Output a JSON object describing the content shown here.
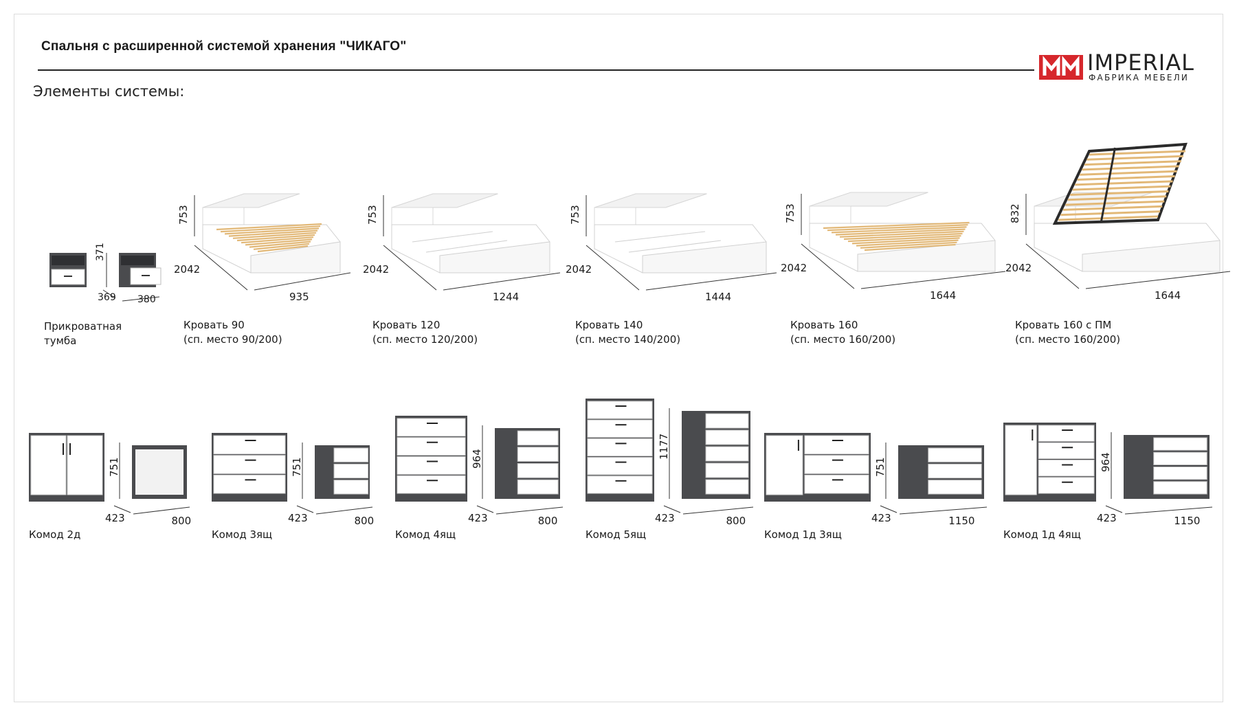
{
  "header": {
    "title": "Спальня с расширенной системой хранения \"ЧИКАГО\"",
    "subtitle": "Элементы системы:"
  },
  "logo": {
    "name": "IMPERIAL",
    "tagline": "ФАБРИКА МЕБЕЛИ",
    "brand_color": "#d6272c"
  },
  "beds": [
    {
      "line1": "Прикроватная",
      "line2": "тумба",
      "height": "371",
      "depth": "369",
      "width": "380"
    },
    {
      "line1": "Кровать 90",
      "line2": "(сп. место 90/200)",
      "height": "753",
      "depth": "2042",
      "width": "935"
    },
    {
      "line1": "Кровать 120",
      "line2": "(сп. место 120/200)",
      "height": "753",
      "depth": "2042",
      "width": "1244"
    },
    {
      "line1": "Кровать 140",
      "line2": "(сп. место 140/200)",
      "height": "753",
      "depth": "2042",
      "width": "1444"
    },
    {
      "line1": "Кровать 160",
      "line2": "(сп. место 160/200)",
      "height": "753",
      "depth": "2042",
      "width": "1644"
    },
    {
      "line1": "Кровать 160 с ПМ",
      "line2": "(сп. место 160/200)",
      "height": "832",
      "depth": "2042",
      "width": "1644"
    }
  ],
  "dressers": [
    {
      "label": "Комод 2д",
      "height": "751",
      "depth": "423",
      "width": "800"
    },
    {
      "label": "Комод 3ящ",
      "height": "751",
      "depth": "423",
      "width": "800"
    },
    {
      "label": "Комод 4ящ",
      "height": "964",
      "depth": "423",
      "width": "800"
    },
    {
      "label": "Комод 5ящ",
      "height": "1177",
      "depth": "423",
      "width": "800"
    },
    {
      "label": "Комод 1д 3ящ",
      "height": "751",
      "depth": "423",
      "width": "1150"
    },
    {
      "label": "Комод 1д 4ящ",
      "height": "964",
      "depth": "423",
      "width": "1150"
    }
  ],
  "colors": {
    "carcass": "#4a4b4e",
    "front": "#ffffff",
    "slats": "#e9c58c",
    "frame_metal": "#2b2b2b"
  }
}
